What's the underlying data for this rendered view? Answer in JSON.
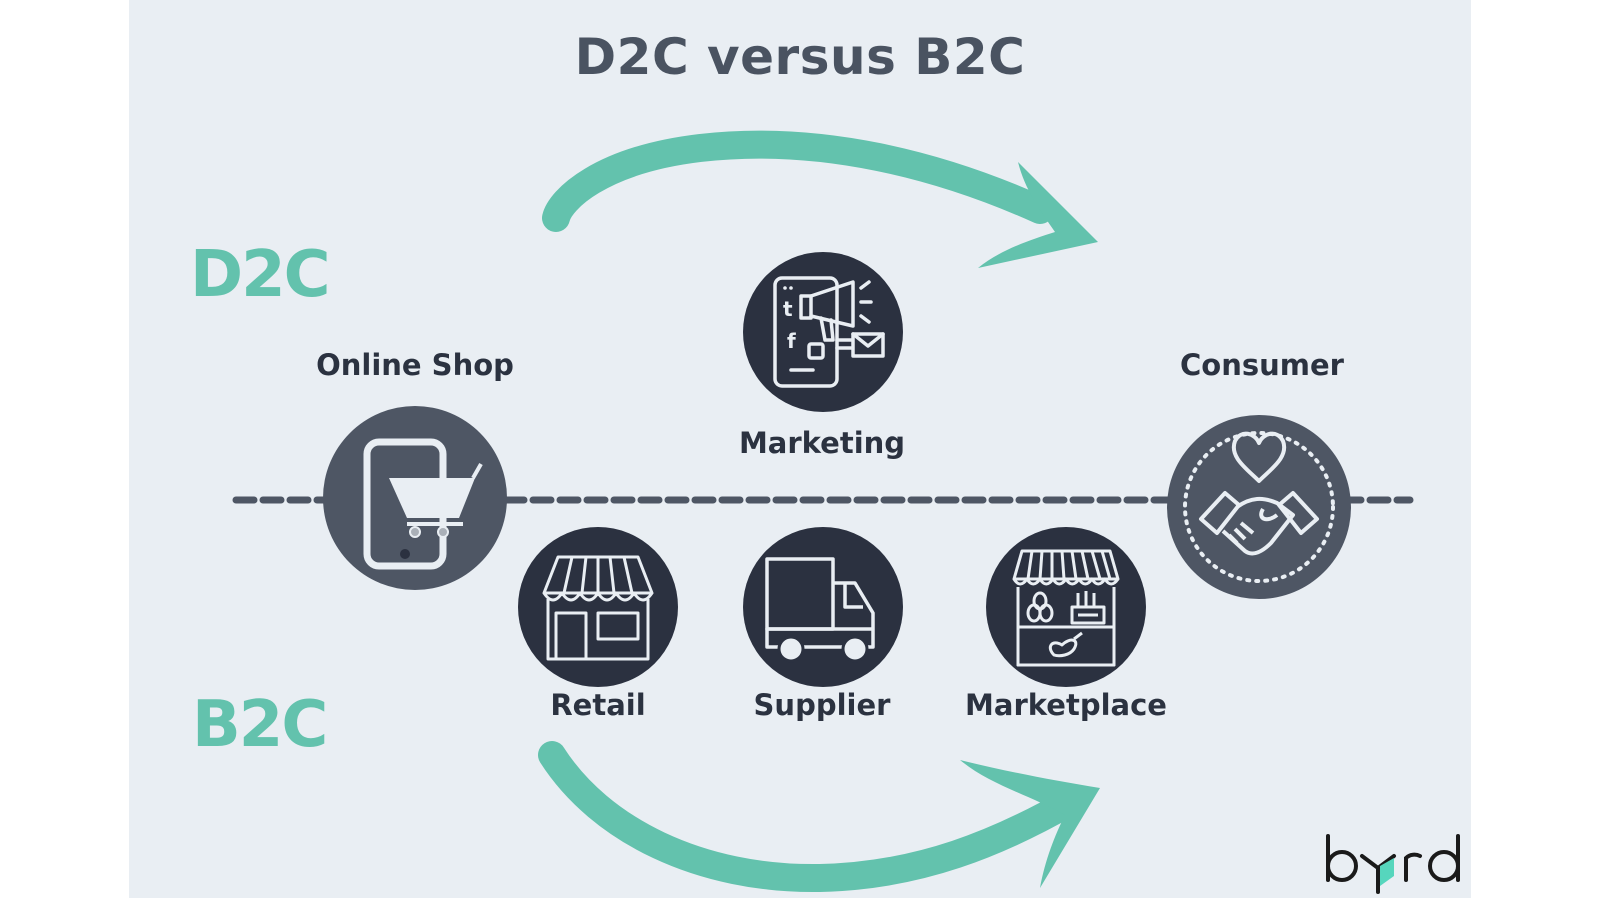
{
  "title": "D2C versus B2C",
  "lanes": {
    "d2c": {
      "label": "D2C",
      "color": "#63c2ad"
    },
    "b2c": {
      "label": "B2C",
      "color": "#63c2ad"
    }
  },
  "nodes": {
    "online_shop": {
      "label": "Online Shop",
      "icon": "phone-cart-icon"
    },
    "marketing": {
      "label": "Marketing",
      "icon": "phone-megaphone-icon"
    },
    "consumer": {
      "label": "Consumer",
      "icon": "handshake-heart-icon"
    },
    "retail": {
      "label": "Retail",
      "icon": "storefront-icon"
    },
    "supplier": {
      "label": "Supplier",
      "icon": "delivery-truck-icon"
    },
    "marketplace": {
      "label": "Marketplace",
      "icon": "market-stall-icon"
    }
  },
  "logo": {
    "text": "byrd"
  },
  "colors": {
    "background": "#e9eef3",
    "accent": "#63c2ad",
    "text_dark": "#2b3240",
    "title": "#4a5361",
    "circle_grey": "#4e5664",
    "circle_dark": "#2b3140"
  }
}
